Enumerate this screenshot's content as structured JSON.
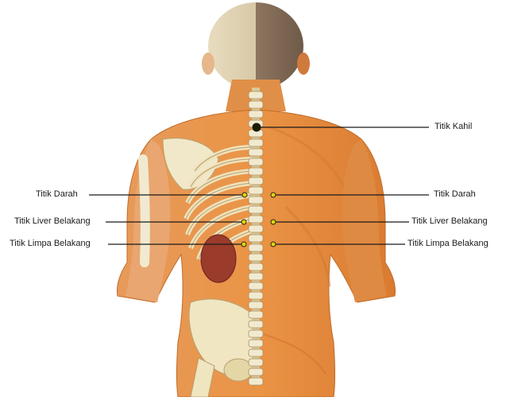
{
  "labels": {
    "kahil": "Titik Kahil",
    "darah_left": "Titik Darah",
    "darah_right": "Titik Darah",
    "liver_left": "Titik Liver Belakang",
    "liver_right": "Titik Liver Belakang",
    "limpa_left": "Titik Limpa Belakang",
    "limpa_right": "Titik Limpa Belakang"
  },
  "colors": {
    "skin": "#e8913e",
    "skin_shadow": "#c86a26",
    "bone": "#efe6c0",
    "organ": "#9a3b2c",
    "point": "#2a2a00",
    "point_fill": "#e1d21a",
    "line": "#1a1a1a"
  }
}
